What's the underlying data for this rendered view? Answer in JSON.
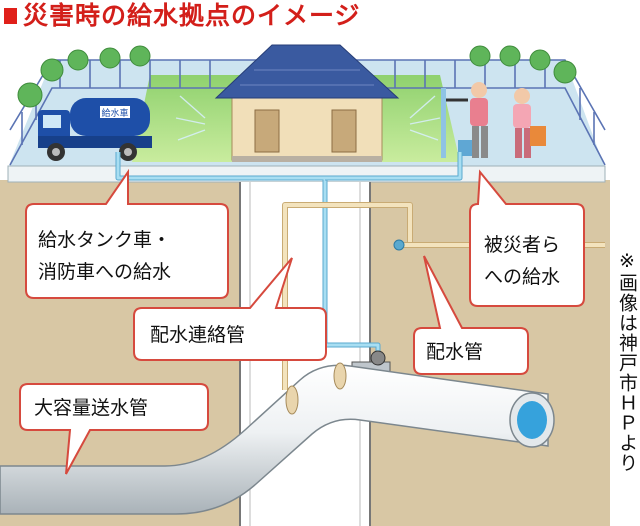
{
  "title": "災害時の給水拠点のイメージ",
  "truck_label": "給水車",
  "callouts": {
    "tanker_line1": "給水タンク車・",
    "tanker_line2": "消防車への給水",
    "victims_line1": "被災者ら",
    "victims_line2": "への給水",
    "connecting_pipe": "配水連絡管",
    "distribution_pipe": "配水管",
    "large_main": "大容量送水管"
  },
  "source_note": "※画像は神戸市ＨＰより",
  "colors": {
    "title_red": "#d31f1a",
    "soil": "#d8c7a4",
    "ground_surface": "#cde4f0",
    "callout_border": "#d64a3e",
    "pipe_blue": "#9fd8ee",
    "connector_tan": "#ecd8b0"
  }
}
